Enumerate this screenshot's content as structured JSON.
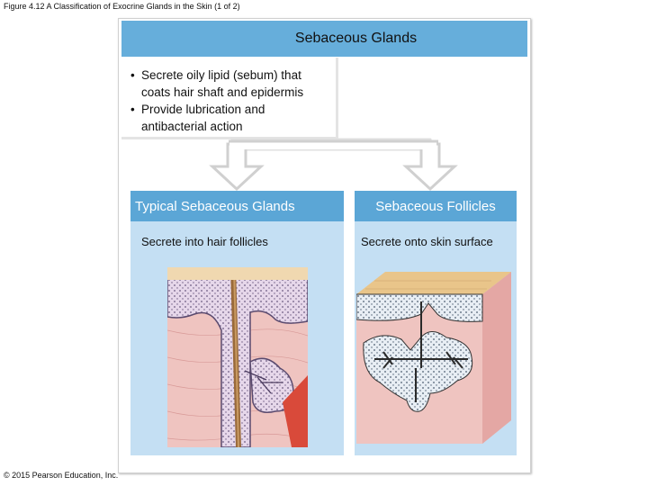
{
  "figure_caption": "Figure 4.12 A Classification of Exocrine Glands in the Skin (1 of 2)",
  "copyright": "© 2015 Pearson Education, Inc.",
  "main": {
    "title": "Sebaceous Glands",
    "bullets": [
      "Secrete oily lipid (sebum) that\ncoats hair shaft and epidermis",
      "Provide lubrication and\nantibacterial action"
    ]
  },
  "columns": [
    {
      "title": "Typical Sebaceous Glands",
      "subtitle": "Secrete into hair follicles"
    },
    {
      "title": "Sebaceous Follicles",
      "subtitle": "Secrete onto skin surface"
    }
  ],
  "colors": {
    "header_blue": "#66aedb",
    "column_head_blue": "#5ba6d6",
    "column_bg": "#c4dff3",
    "skin_pink": "#efc4c0",
    "gland_purple": "#e6d7ea"
  }
}
